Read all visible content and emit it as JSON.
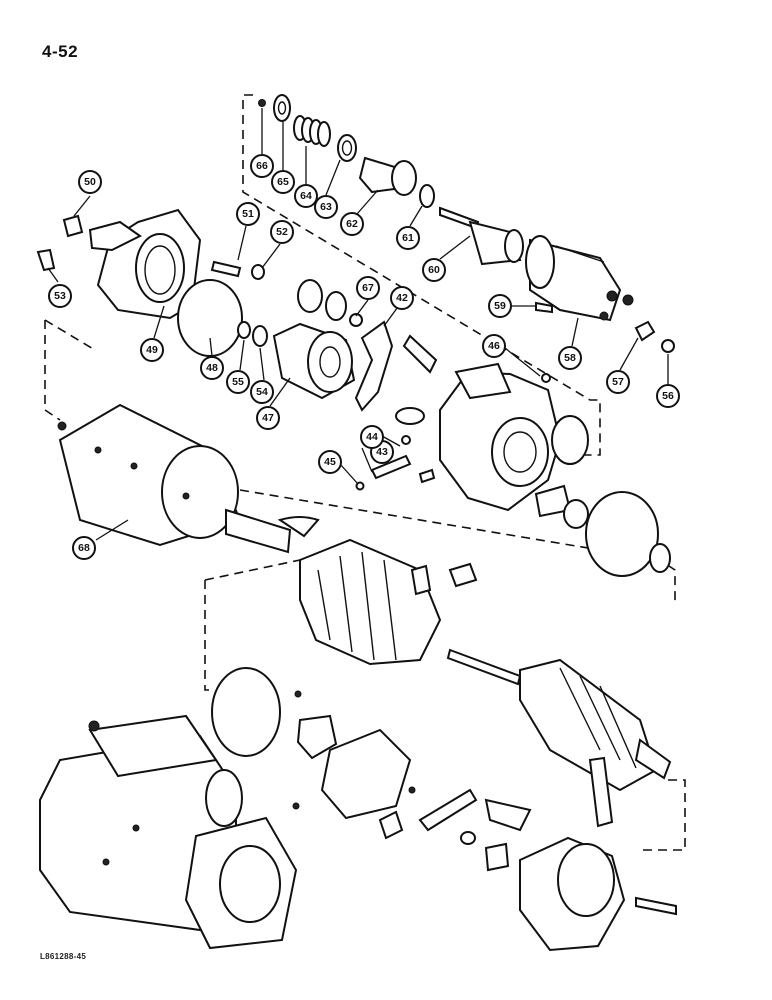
{
  "page": {
    "number": "4-52",
    "figure_code": "L861288-45"
  },
  "callouts": [
    "42",
    "43",
    "44",
    "45",
    "46",
    "47",
    "48",
    "49",
    "50",
    "51",
    "52",
    "53",
    "54",
    "55",
    "56",
    "57",
    "58",
    "59",
    "60",
    "61",
    "62",
    "63",
    "64",
    "65",
    "66",
    "67",
    "68"
  ]
}
